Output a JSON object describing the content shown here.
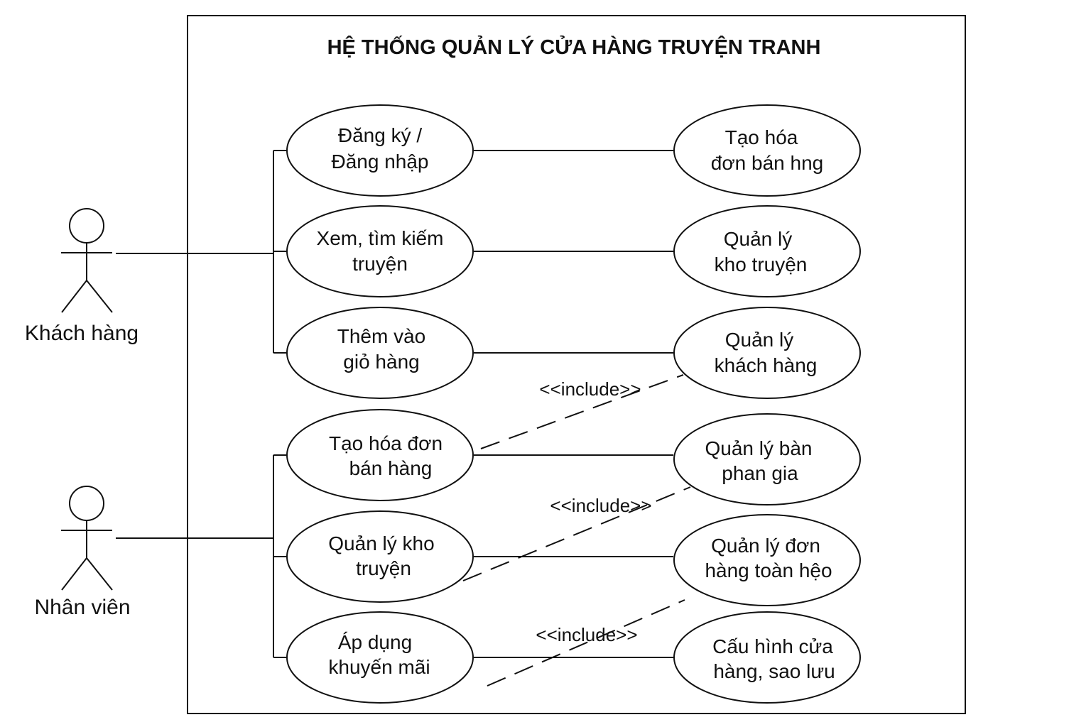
{
  "system": {
    "title": "HỆ THỐNG QUẢN LÝ CỬA HÀNG TRUYỆN TRANH"
  },
  "actors": {
    "customer": "Khách hàng",
    "staff": "Nhân viên"
  },
  "use_cases": {
    "left": [
      [
        "Đăng ký /",
        "Đăng nhập"
      ],
      [
        "Xem, tìm kiếm",
        "truyện"
      ],
      [
        "Thêm vào",
        "giỏ hàng"
      ],
      [
        "Tạo hóa đơn",
        "bán hàng"
      ],
      [
        "Quản lý kho",
        "truyện"
      ],
      [
        "Áp dụng",
        "khuyến mãi"
      ]
    ],
    "right": [
      [
        "Tạo hóa",
        "đơn bán hng"
      ],
      [
        "Quản lý",
        "kho truyện"
      ],
      [
        "Quản lý",
        "khách hàng"
      ],
      [
        "Quản lý bàn",
        "phan gia"
      ],
      [
        "Quản lý đơn",
        "hàng toàn hệo"
      ],
      [
        "Cấu hình cửa",
        "hàng, sao lưu"
      ]
    ]
  },
  "relations": {
    "include_label_1": "<<include>>",
    "include_label_2": "<<include>>",
    "include_label_3": "<<include>>"
  }
}
